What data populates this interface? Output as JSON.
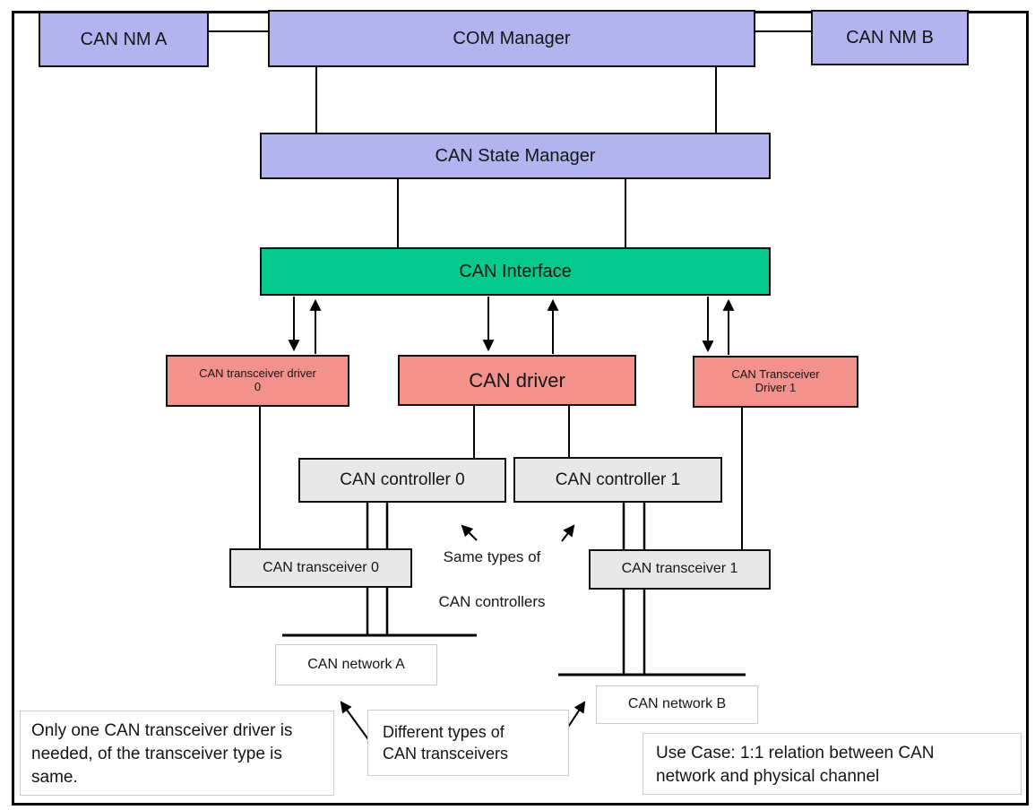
{
  "diagram": {
    "nodes": {
      "can_nm_a": {
        "label": "CAN NM A"
      },
      "com_manager": {
        "label": "COM Manager"
      },
      "can_nm_b": {
        "label": "CAN NM B"
      },
      "can_state_manager": {
        "label": "CAN State Manager"
      },
      "can_interface": {
        "label": "CAN Interface"
      },
      "can_transceiver_driver_0": {
        "line1": "CAN transceiver driver",
        "line2": "0"
      },
      "can_driver": {
        "label": "CAN driver"
      },
      "can_transceiver_driver_1": {
        "line1": "CAN Transceiver",
        "line2": "Driver 1"
      },
      "can_controller_0": {
        "label": "CAN controller 0"
      },
      "can_controller_1": {
        "label": "CAN controller 1"
      },
      "can_transceiver_0": {
        "label": "CAN transceiver 0"
      },
      "can_transceiver_1": {
        "label": "CAN transceiver 1"
      },
      "can_network_a": {
        "label": "CAN network A"
      },
      "can_network_b": {
        "label": "CAN network B"
      }
    },
    "annotations": {
      "same_types_line1": "Same types of",
      "same_types_line2": "CAN controllers",
      "different_types_line1": "Different types of",
      "different_types_line2": "CAN transceivers",
      "note_left": "Only one CAN transceiver driver is needed, of the transceiver type is same.",
      "use_case": "Use Case: 1:1 relation between CAN network and physical channel"
    },
    "colors": {
      "service_layer_purple": "#b3b3f0",
      "interface_green": "#04c98c",
      "driver_red": "#f3918d",
      "hardware_gray": "#e8e8e8",
      "note_white": "#ffffff",
      "line_black": "#000000"
    }
  }
}
